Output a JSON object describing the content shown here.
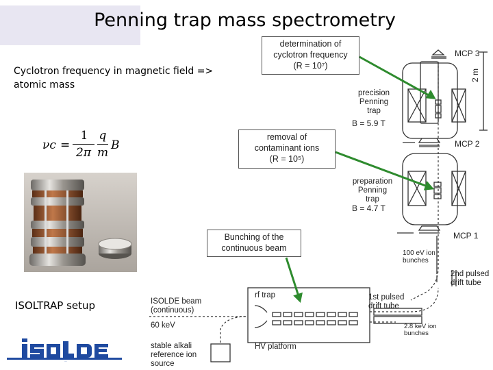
{
  "slide": {
    "title": "Penning trap mass spectrometry",
    "intro_line1": "Cyclotron frequency in magnetic field =>",
    "intro_line2": "atomic mass",
    "setup_label": "ISOLTRAP setup"
  },
  "formula": {
    "lhs": "νc",
    "num1": "1",
    "den1": "2π",
    "num2": "q",
    "den2": "m",
    "rhs": "B"
  },
  "callouts": {
    "cyclotron": {
      "line1": "determination of",
      "line2": "cyclotron frequency",
      "line3": "(R = 10⁷)"
    },
    "removal": {
      "line1": "removal of",
      "line2": "contaminant ions",
      "line3": "(R = 10⁵)"
    },
    "bunching": {
      "line1": "Bunching of the",
      "line2": "continuous beam"
    }
  },
  "diagram": {
    "mcp3": "MCP 3",
    "mcp2": "MCP 2",
    "mcp1": "MCP 1",
    "height": "2 m",
    "precision_trap": [
      "precision",
      "Penning",
      "trap"
    ],
    "field1": "B = 5.9 T",
    "preparation_trap": [
      "preparation",
      "Penning",
      "trap"
    ],
    "field2": "B = 4.7 T",
    "bunches": [
      "100 eV ion",
      "bunches"
    ],
    "drift2": [
      "2nd pulsed",
      "drift tube"
    ],
    "rf_trap": "rf trap",
    "drift1": [
      "1st pulsed",
      "drift tube"
    ],
    "kev_bunches": [
      "2.8 keV ion",
      "bunches"
    ],
    "isolde_beam": [
      "ISOLDE beam",
      "(continuous)"
    ],
    "energy": "60 keV",
    "hv_platform": "HV platform",
    "reference": [
      "stable alkali",
      "reference ion",
      "source"
    ]
  },
  "logo": {
    "text": "ISOLDE"
  },
  "colors": {
    "arrow": "#2e8b2e",
    "logo": "#1f4aa0",
    "title_band": "#e8e6f2"
  }
}
